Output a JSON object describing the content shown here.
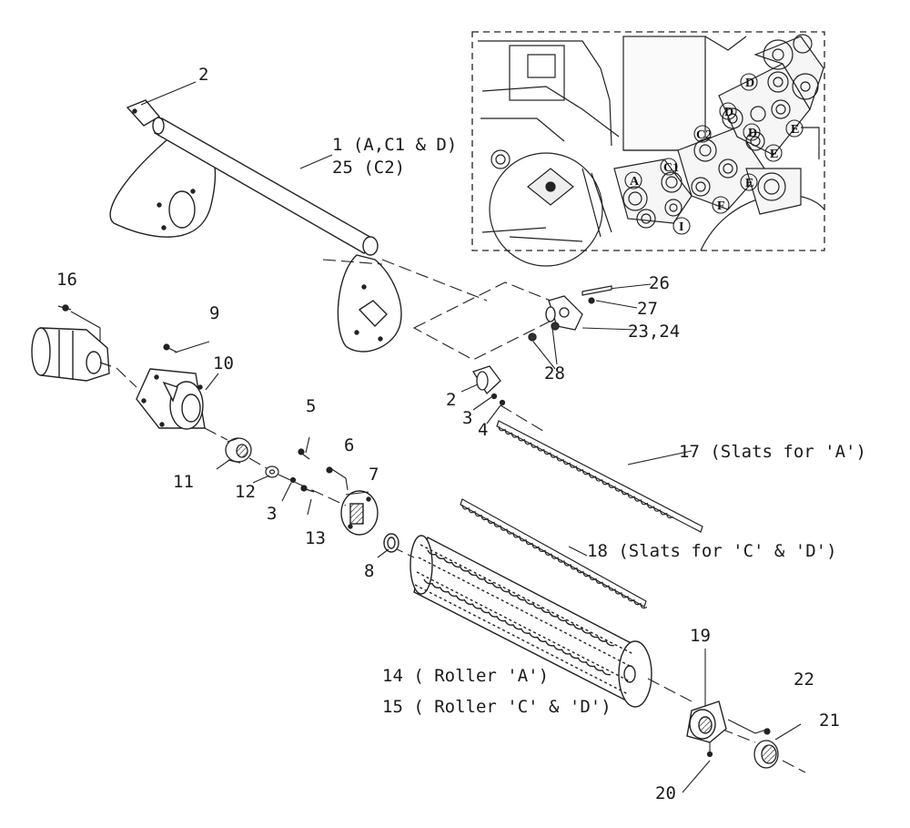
{
  "callouts": {
    "c1": "1 (A,C1 & D)",
    "c1b": "25 (C2)",
    "c2_top": "2",
    "c2_mid": "2",
    "c3_mid": "3",
    "c3_low": "3",
    "c4": "4",
    "c5": "5",
    "c6": "6",
    "c7": "7",
    "c8": "8",
    "c9": "9",
    "c10": "10",
    "c11": "11",
    "c12": "12",
    "c13": "13",
    "c14": "14 ( Roller 'A')",
    "c15": "15 ( Roller 'C' & 'D')",
    "c16": "16",
    "c17": "17 (Slats for 'A')",
    "c18": "18 (Slats for 'C' & 'D')",
    "c19": "19",
    "c20": "20",
    "c21": "21",
    "c22": "22",
    "c23": "23,24",
    "c26": "26",
    "c27": "27",
    "c28": "28"
  },
  "inset": {
    "letters": [
      "A",
      "C1",
      "C2",
      "D",
      "D",
      "D",
      "E",
      "E",
      "E",
      "F",
      "I"
    ]
  }
}
